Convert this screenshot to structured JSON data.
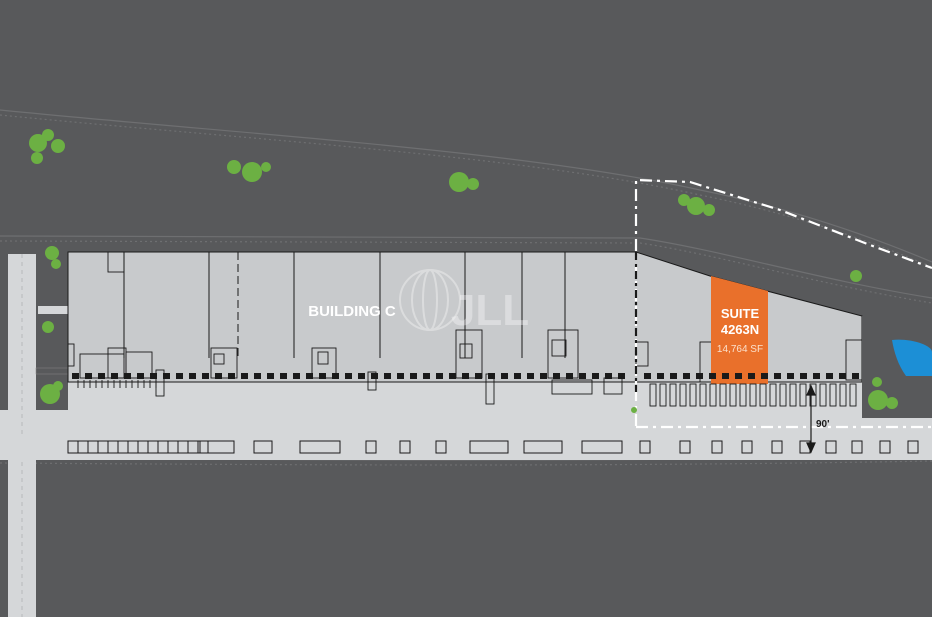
{
  "building": {
    "name": "BUILDING C"
  },
  "suite": {
    "line1": "SUITE",
    "line2": "4263N",
    "area": "14,764 SF"
  },
  "dimension": {
    "label": "90'"
  },
  "watermark": {
    "text": "JLL"
  },
  "colors": {
    "asphalt": "#58595b",
    "building": "#c8cacc",
    "pavement": "#d5d7d9",
    "suite": "#e9702b",
    "trees": "#6cb043",
    "water": "#1c8fd6",
    "lines": "#1a1a1a",
    "property_line": "#ffffff"
  }
}
